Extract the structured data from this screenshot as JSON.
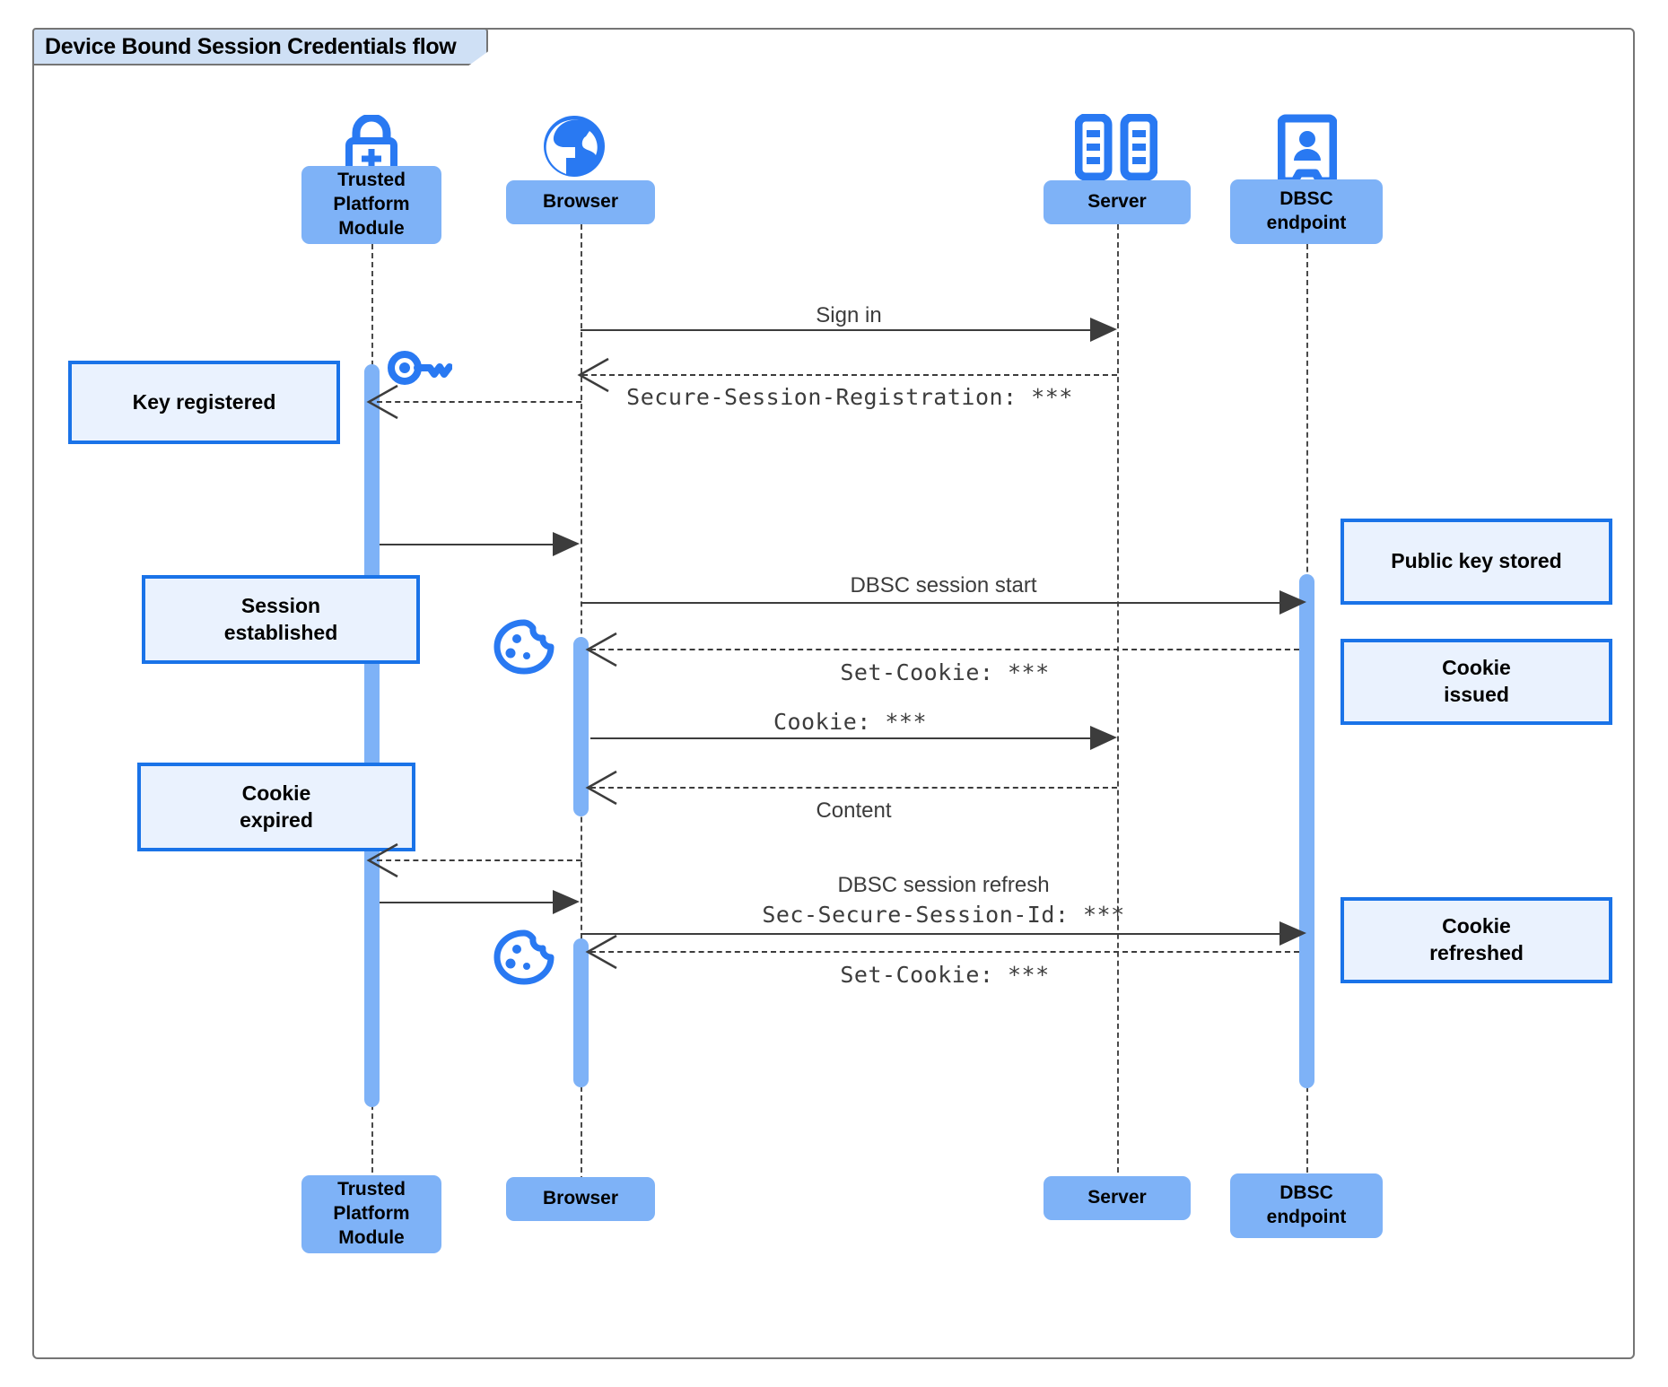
{
  "frame": {
    "title": "Device Bound Session Credentials flow"
  },
  "colors": {
    "participant_fill": "#7eb2f7",
    "note_fill": "#eaf2fe",
    "note_border": "#1a73e8",
    "icon_blue": "#2979f2",
    "frame_border": "#757575",
    "title_fill": "#cfe0f5",
    "line": "#3c3c3c"
  },
  "participants": [
    {
      "id": "tpm",
      "label": "Trusted\nPlatform\nModule",
      "icon": "lock-plus-icon"
    },
    {
      "id": "browser",
      "label": "Browser",
      "icon": "globe-icon"
    },
    {
      "id": "server",
      "label": "Server",
      "icon": "server-rack-icon"
    },
    {
      "id": "dbsc",
      "label": "DBSC\nendpoint",
      "icon": "id-badge-icon"
    }
  ],
  "participants_bottom": [
    {
      "id": "tpm",
      "label": "Trusted\nPlatform\nModule"
    },
    {
      "id": "browser",
      "label": "Browser"
    },
    {
      "id": "server",
      "label": "Server"
    },
    {
      "id": "dbsc",
      "label": "DBSC\nendpoint"
    }
  ],
  "messages": [
    {
      "id": "m1",
      "label": "Sign in",
      "style": "solid",
      "mono": false,
      "from": "browser",
      "to": "server"
    },
    {
      "id": "m2",
      "label": "Secure-Session-Registration: ***",
      "style": "dashed",
      "mono": true,
      "from": "server",
      "to": "browser"
    },
    {
      "id": "m3",
      "label": "",
      "style": "solid",
      "mono": false,
      "from": "tpm",
      "to": "browser"
    },
    {
      "id": "m4",
      "label": "DBSC session start",
      "style": "solid",
      "mono": false,
      "from": "browser",
      "to": "dbsc"
    },
    {
      "id": "m5",
      "label": "Set-Cookie: ***",
      "style": "dashed",
      "mono": true,
      "from": "dbsc",
      "to": "browser"
    },
    {
      "id": "m6",
      "label": "Cookie: ***",
      "style": "solid",
      "mono": true,
      "from": "browser",
      "to": "server"
    },
    {
      "id": "m7",
      "label": "Content",
      "style": "dashed",
      "mono": false,
      "from": "server",
      "to": "browser"
    },
    {
      "id": "m8",
      "label": "",
      "style": "dashed",
      "mono": false,
      "from": "browser",
      "to": "tpm"
    },
    {
      "id": "m9",
      "label": "",
      "style": "solid",
      "mono": false,
      "from": "tpm",
      "to": "browser"
    },
    {
      "id": "m10",
      "label": "DBSC session refresh",
      "label2": "Sec-Secure-Session-Id: ***",
      "style": "solid",
      "mono": false,
      "from": "browser",
      "to": "dbsc"
    },
    {
      "id": "m11",
      "label": "Set-Cookie: ***",
      "style": "dashed",
      "mono": true,
      "from": "dbsc",
      "to": "browser"
    }
  ],
  "notes": [
    {
      "id": "n1",
      "label": "Key registered",
      "side": "left"
    },
    {
      "id": "n2",
      "label": "Session\nestablished",
      "side": "left"
    },
    {
      "id": "n3",
      "label": "Cookie\nexpired",
      "side": "left"
    },
    {
      "id": "n4",
      "label": "Public key stored",
      "side": "right"
    },
    {
      "id": "n5",
      "label": "Cookie\nissued",
      "side": "right"
    },
    {
      "id": "n6",
      "label": "Cookie\nrefreshed",
      "side": "right"
    }
  ],
  "inline_icons": [
    {
      "id": "i1",
      "name": "key-icon",
      "near": "tpm"
    },
    {
      "id": "i2",
      "name": "cookie-icon",
      "near": "browser"
    },
    {
      "id": "i3",
      "name": "cookie-icon",
      "near": "browser"
    }
  ]
}
